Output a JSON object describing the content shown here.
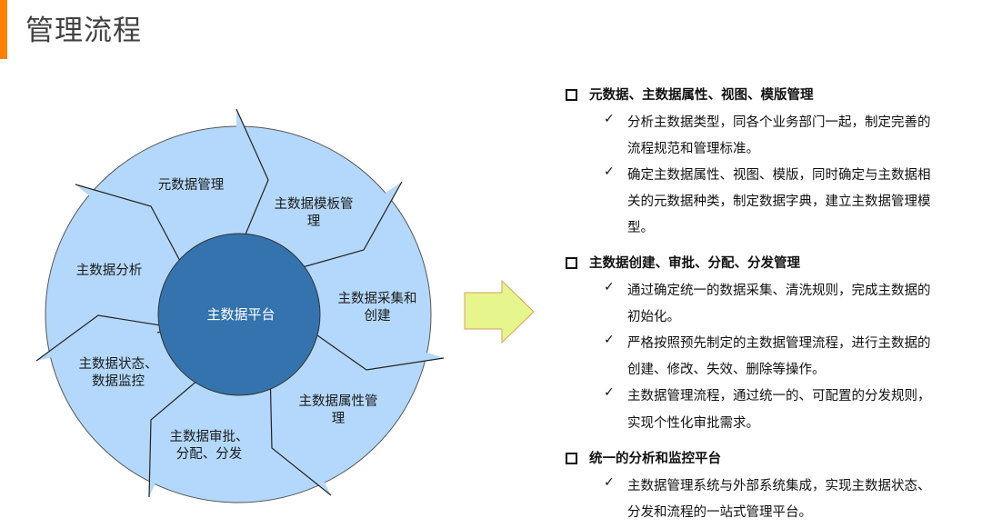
{
  "title": "管理流程",
  "diagram": {
    "center": "主数据平台",
    "segments": [
      [
        "元数据管理"
      ],
      [
        "主数据模板管",
        "理"
      ],
      [
        "主数据采集和",
        "创建"
      ],
      [
        "主数据属性管",
        "理"
      ],
      [
        "主数据审批、",
        "分配、分发"
      ],
      [
        "主数据状态、",
        "数据监控"
      ],
      [
        "主数据分析"
      ]
    ]
  },
  "sections": [
    {
      "heading": "元数据、主数据属性、视图、模版管理",
      "items": [
        [
          "分析主数据类型，同各个业务部门一起，制定完善的",
          "流程规范和管理标准。"
        ],
        [
          "确定主数据属性、视图、模版，同时确定与主数据相",
          "关的元数据种类，制定数据字典，建立主数据管理模",
          "型。"
        ]
      ]
    },
    {
      "heading": "主数据创建、审批、分配、分发管理",
      "items": [
        [
          "通过确定统一的数据采集、清洗规则，完成主数据的",
          "初始化。"
        ],
        [
          "严格按照预先制定的主数据管理流程，进行主数据的",
          "创建、修改、失效、删除等操作。"
        ],
        [
          "主数据管理流程，通过统一的、可配置的分发规则，",
          "实现个性化审批需求。"
        ]
      ]
    },
    {
      "heading": "统一的分析和监控平台",
      "items": [
        [
          "主数据管理系统与外部系统集成，实现主数据状态、",
          "分发和流程的一站式管理平台。"
        ]
      ]
    }
  ],
  "colors": {
    "accent": "#ff8000",
    "outer": "#b4d8fb",
    "inner": "#3473ae",
    "arrow": "#e6f58c"
  }
}
